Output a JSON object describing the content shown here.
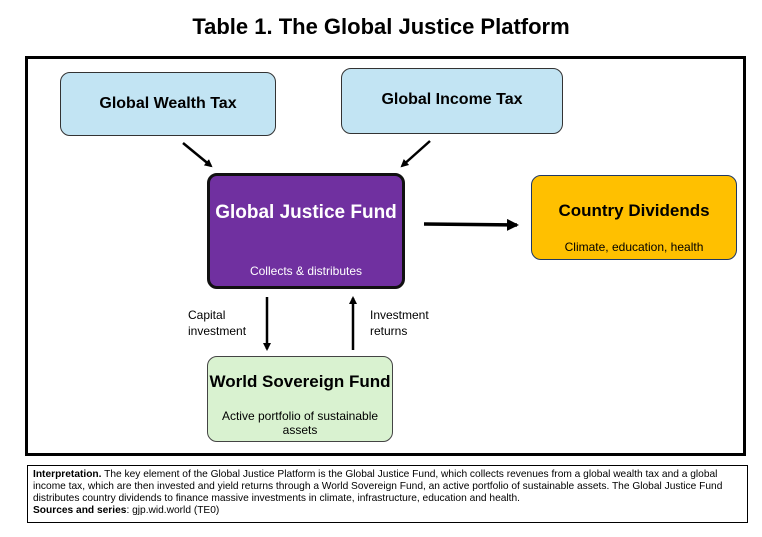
{
  "title": "Table 1. The Global Justice Platform",
  "nodes": {
    "wealth_tax": {
      "title": "Global Wealth Tax"
    },
    "income_tax": {
      "title": "Global Income Tax"
    },
    "fund": {
      "title": "Global Justice Fund",
      "subtitle": "Collects & distributes"
    },
    "dividends": {
      "title": "Country Dividends",
      "subtitle": "Climate, education, health"
    },
    "sovereign": {
      "title": "World Sovereign Fund",
      "subtitle": "Active portfolio of sustainable assets"
    }
  },
  "edges": {
    "capital_investment": "Capital investment",
    "investment_returns": "Investment returns"
  },
  "caption": {
    "interpretation_label": "Interpretation.",
    "interpretation_text": " The key element of the Global Justice Platform is the Global Justice Fund, which collects revenues from a global wealth tax and a global income tax, which are then invested and yield returns through a World Sovereign Fund, an active portfolio of sustainable assets. The Global Justice Fund distributes country dividends to finance massive investments in climate, infrastructure, education and health.",
    "sources_label": "Sources and series",
    "sources_text": ": gjp.wid.world (TE0)"
  },
  "colors": {
    "tax": "#c2e4f3",
    "fund": "#7030a0",
    "dividends": "#ffc000",
    "sovereign": "#d9f2d0"
  }
}
